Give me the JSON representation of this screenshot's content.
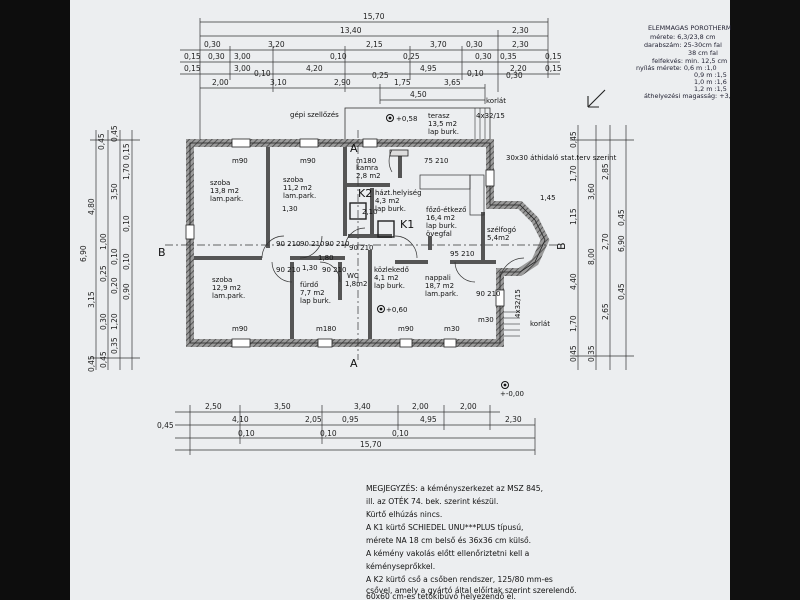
{
  "top_dims": {
    "row1": [
      "15,70"
    ],
    "row2": [
      "13,40",
      "2,30"
    ],
    "row3": [
      "0,30",
      "3,20",
      "2,15",
      "3,70",
      "0,30",
      "2,30"
    ],
    "row4": [
      "0,15",
      "0,30",
      "3,00",
      "0,10",
      "0,25",
      "0,30",
      "0,35",
      "0,15"
    ],
    "row5": [
      "0,15",
      "3,00",
      "4,20",
      "4,95",
      "2,20",
      "0,15"
    ],
    "row6": [
      "2,00",
      "3,10",
      "2,90",
      "1,75",
      "3,65"
    ],
    "row7": [
      "4,50",
      "0,25",
      "0,10",
      "0,10",
      "0,30"
    ]
  },
  "bottom_dims": {
    "row1": [
      "2,50",
      "3,50",
      "3,40",
      "2,00",
      "2,00"
    ],
    "row2": [
      "0,45",
      "4,10",
      "2,05",
      "0,95",
      "4,95",
      "2,30"
    ],
    "row3": [
      "0,10",
      "0,10",
      "0,10"
    ],
    "row4": [
      "15,70"
    ]
  },
  "left_dims": [
    "0,45",
    "4,80",
    "3,50",
    "0,45",
    "1,00",
    "0,10",
    "1,70",
    "3,15",
    "6,90",
    "0,15",
    "0,45",
    "0,25",
    "0,30",
    "0,10",
    "0,20",
    "0,90",
    "1,20",
    "0,10",
    "0,35",
    "0,45"
  ],
  "right_dims": [
    "0,45",
    "1,70",
    "3,60",
    "2,85",
    "8,00",
    "2,70",
    "6,90",
    "4,40",
    "1,15",
    "0,45",
    "2,65",
    "0,45",
    "1,70",
    "0,45",
    "0,35"
  ],
  "section_labels": {
    "a_top": "A",
    "a_bottom": "A",
    "b_left": "B",
    "b_right": "B",
    "k1": "K1",
    "k2": "K2"
  },
  "rooms": [
    {
      "name": "szoba",
      "area": "13,8 m2",
      "floor": "lam.park."
    },
    {
      "name": "szoba",
      "area": "11,2 m2",
      "floor": "lam.park."
    },
    {
      "name": "kamra",
      "area": "2,8 m2"
    },
    {
      "name": "házt.helyiség",
      "area": "4,3 m2",
      "floor": "lap burk."
    },
    {
      "name": "főző-étkező",
      "area": "16,4 m2",
      "floor": "lap burk.",
      "extra": "övegfal"
    },
    {
      "name": "szélfogó",
      "area": "5,4m2"
    },
    {
      "name": "szoba",
      "area": "12,9 m2",
      "floor": "lam.park."
    },
    {
      "name": "fürdő",
      "area": "7,7 m2",
      "floor": "lap burk."
    },
    {
      "name": "WC",
      "area": "1,8m2"
    },
    {
      "name": "közlekedő",
      "area": "4,1 m2",
      "floor": "lap burk."
    },
    {
      "name": "nappali",
      "area": "18,7 m2",
      "floor": "lam.park."
    },
    {
      "name": "terasz",
      "area": "13,5 m2",
      "floor": "lap burk."
    }
  ],
  "openings": [
    "m90",
    "m90",
    "m180",
    "75 210",
    "m90",
    "m90",
    "m180",
    "m30",
    "m30",
    "90 210",
    "90 210",
    "90 210",
    "90 210",
    "90 210",
    "90 210",
    "95 210",
    "90 210",
    "30x30 áthidaló stat.terv szerint",
    "1,30",
    "1,80",
    "1,30",
    "2,10"
  ],
  "annotations": {
    "vent": "gépi szellőzés",
    "terrace_level": "+0,58",
    "room_level": "+0,60",
    "ground_level": "+-0,00",
    "stair1": "4x32/15",
    "stair2": "4x32/15",
    "korlat1": "korlát",
    "korlat2": "korlát",
    "dim_145": "1,45"
  },
  "legend": {
    "lines": [
      "ELEMMAGAS POROTHERM",
      "mérete: 6,3/23,8 cm",
      "darabszám: 25-30cm fal",
      "38 cm fal",
      "felfekvés: min. 12,5 cm",
      "nyílás mérete: 0,6 m :1,0",
      "0,9 m :1,5",
      "1,0 m :1,6",
      "1,2 m :1,5",
      "áthelyezési magasság: +3,"
    ]
  },
  "notes": {
    "title": "MEGJEGYZÉS:",
    "lines": [
      "MEGJEGYZÉS: a kéményszerkezet az MSZ 845,",
      "ill. az OTÉK 74. bek. szerint készül.",
      "Kürtő elhúzás nincs.",
      "A K1 kürtő SCHIEDEL UNU***PLUS típusú,",
      "mérete NA 18 cm belső és 36x36 cm külső.",
      "A kémény vakolás előtt ellenőriztetni kell a",
      "kéményseprőkkel.",
      "A K2 kürtő cső a csőben rendszer, 125/80 mm-es",
      "csővel, amely a gyártó által előírtak szerint szerelendő.",
      "60x60 cm-es tetőkibúvó helyezendő el."
    ]
  }
}
